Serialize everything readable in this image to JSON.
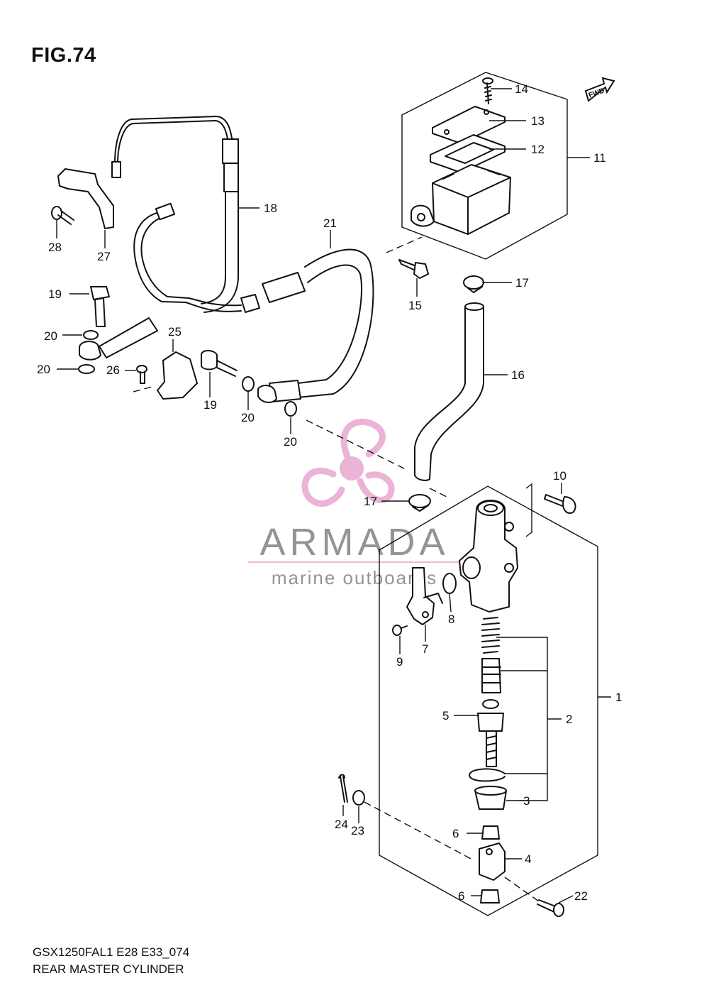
{
  "figure": {
    "title": "FIG.74",
    "fwd_badge": "FWD",
    "model_code": "GSX1250FAL1 E28 E33_074",
    "caption": "REAR MASTER CYLINDER"
  },
  "callouts": {
    "c1": "1",
    "c2": "2",
    "c3": "3",
    "c4": "4",
    "c5": "5",
    "c6a": "6",
    "c6b": "6",
    "c7": "7",
    "c8": "8",
    "c9": "9",
    "c10": "10",
    "c11": "11",
    "c12": "12",
    "c13": "13",
    "c14": "14",
    "c15": "15",
    "c16": "16",
    "c17a": "17",
    "c17b": "17",
    "c18": "18",
    "c19a": "19",
    "c19b": "19",
    "c20a": "20",
    "c20b": "20",
    "c20c": "20",
    "c20d": "20",
    "c21": "21",
    "c22": "22",
    "c23": "23",
    "c24": "24",
    "c25": "25",
    "c26": "26",
    "c27": "27",
    "c28": "28"
  },
  "watermark": {
    "brand": "ARMADA",
    "tagline": "marine outboards",
    "brand_color": "#7a7a7a",
    "accent_color": "#e8a6cf"
  }
}
